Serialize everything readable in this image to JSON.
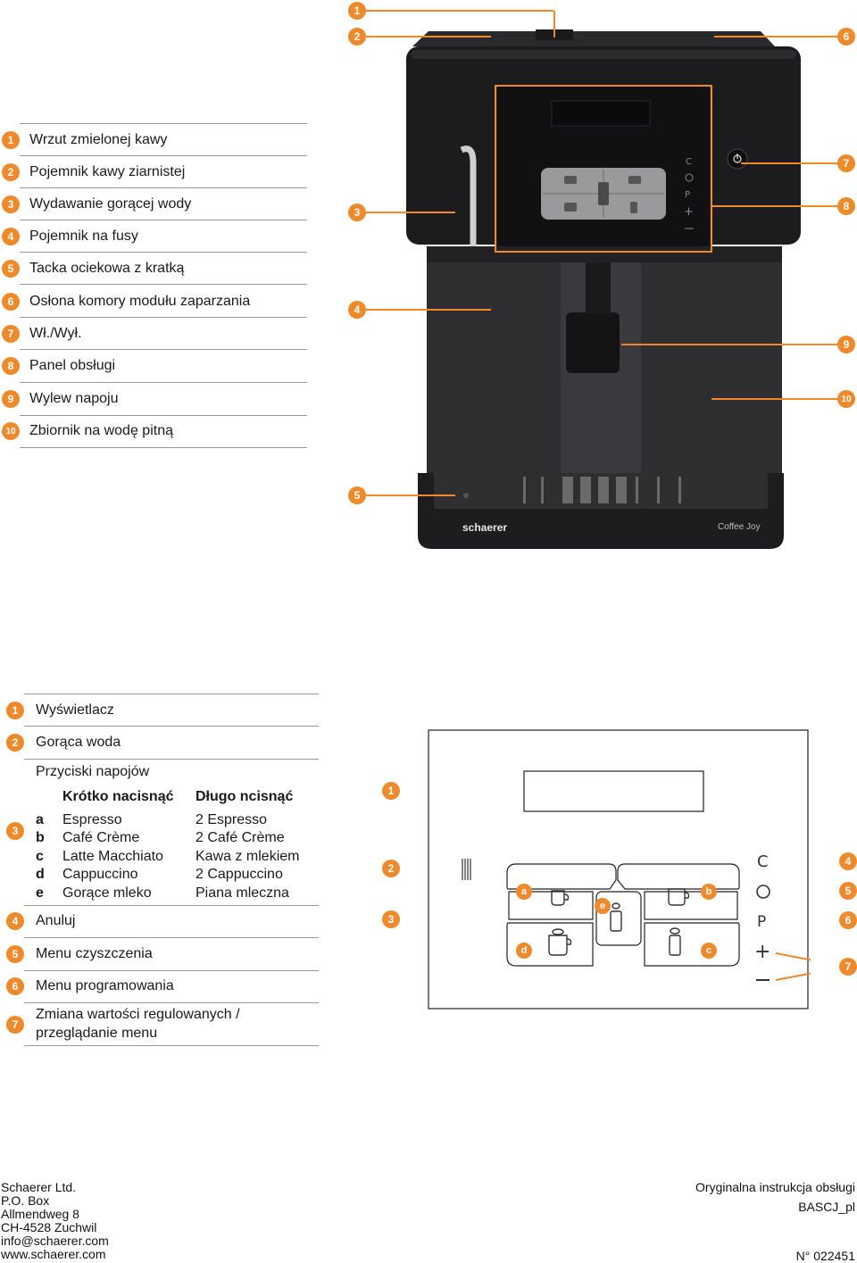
{
  "parts": [
    {
      "n": "1",
      "label": "Wrzut zmielonej kawy"
    },
    {
      "n": "2",
      "label": "Pojemnik kawy ziarnistej"
    },
    {
      "n": "3",
      "label": "Wydawanie gorącej wody"
    },
    {
      "n": "4",
      "label": "Pojemnik na fusy"
    },
    {
      "n": "5",
      "label": "Tacka ociekowa z kratką"
    },
    {
      "n": "6",
      "label": "Osłona komory modułu zaparzania"
    },
    {
      "n": "7",
      "label": "Wł./Wył."
    },
    {
      "n": "8",
      "label": "Panel obsługi"
    },
    {
      "n": "9",
      "label": "Wylew napoju"
    },
    {
      "n": "10",
      "label": "Zbiornik na wodę pitną"
    }
  ],
  "machine": {
    "brand": "schaerer",
    "model": "Coffee Joy"
  },
  "panel_legend": {
    "display": "Wyświetlacz",
    "hot_water": "Gorąca woda",
    "drink_buttons": "Przyciski napojów",
    "short_press": "Krótko nacisnąć",
    "long_press": "Długo ncisnąć",
    "drinks": [
      {
        "key": "a",
        "short": "Espresso",
        "long": "2 Espresso"
      },
      {
        "key": "b",
        "short": "Café Crème",
        "long": "2 Café Crème"
      },
      {
        "key": "c",
        "short": "Latte Macchiato",
        "long": "Kawa z mlekiem"
      },
      {
        "key": "d",
        "short": "Cappuccino",
        "long": "2 Cappuccino"
      },
      {
        "key": "e",
        "short": "Gorące mleko",
        "long": "Piana mleczna"
      }
    ],
    "cancel": "Anuluj",
    "cleaning": "Menu czyszczenia",
    "programming": "Menu programowania",
    "adjust_line1": "Zmiana wartości regulowanych /",
    "adjust_line2": "przeglądanie menu"
  },
  "numbers": {
    "n1": "1",
    "n2": "2",
    "n3": "3",
    "n4": "4",
    "n5": "5",
    "n6": "6",
    "n7": "7",
    "n8": "8",
    "n9": "9",
    "n10": "10"
  },
  "letters": {
    "a": "a",
    "b": "b",
    "c": "c",
    "d": "d",
    "e": "e"
  },
  "footer": {
    "company": "Schaerer Ltd.",
    "box": "P.O. Box",
    "street": "Allmendweg 8",
    "city": "CH-4528 Zuchwil",
    "email": "info@schaerer.com",
    "web": "www.schaerer.com",
    "doc_title": "Oryginalna instrukcja obsługi",
    "doc_code": "BASCJ_pl",
    "doc_number": "N° 022451"
  },
  "colors": {
    "accent": "#ee8a2c",
    "machine": "#1c1c1e",
    "panel_stroke": "#222222"
  }
}
